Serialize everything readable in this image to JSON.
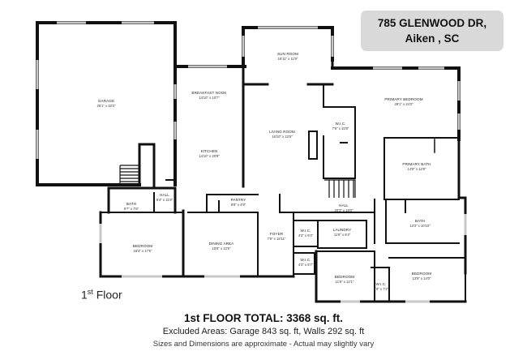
{
  "address": {
    "line1": "785 GLENWOOD DR,",
    "line2": "Aiken , SC"
  },
  "floor_label": {
    "number": "1",
    "suffix": "st",
    "word": "Floor"
  },
  "totals": {
    "total": "1st FLOOR TOTAL:  3368 sq. ft.",
    "excluded": "Excluded Areas: Garage 843 sq. ft, Walls 292 sq. ft",
    "disclaimer": "Sizes and Dimensions are approximate - Actual may slightly vary"
  },
  "rooms": {
    "garage": {
      "name": "GARAGE",
      "dims": "25'1\" x 33'3\""
    },
    "sun_room": {
      "name": "SUN ROOM",
      "dims": "18'11\" x 11'9\""
    },
    "breakfast_nook": {
      "name": "BREAKFAST NOOK",
      "dims": "14'10\" x 10'7\""
    },
    "kitchen": {
      "name": "KITCHEN",
      "dims": "14'10\" x 20'9\""
    },
    "living_room": {
      "name": "LIVING ROOM",
      "dims": "16'10\" x 22'5\""
    },
    "primary_bedroom": {
      "name": "PRIMARY BEDROOM",
      "dims": "28'1\" x 24'3\""
    },
    "wic_primary": {
      "name": "W.I.C.",
      "dims": "7'6\" x 15'8\""
    },
    "primary_bath": {
      "name": "PRIMARY BATH",
      "dims": "14'8\" x 12'8\""
    },
    "hall_left": {
      "name": "HALL",
      "dims": "9'4\" x 11'6\""
    },
    "bath_left": {
      "name": "BATH",
      "dims": "9'7\" x 7'6\""
    },
    "pantry": {
      "name": "PANTRY",
      "dims": "8'6\" x 4'9\""
    },
    "hall_center": {
      "name": "HALL",
      "dims": "20'3\" x 19'0\""
    },
    "bath_right": {
      "name": "BATH",
      "dims": "13'3\" x 10'10\""
    },
    "bedroom_left": {
      "name": "BEDROOM",
      "dims": "16'3\" x 17'5\""
    },
    "dining_area": {
      "name": "DINING AREA",
      "dims": "15'8\" x 13'6\""
    },
    "foyer": {
      "name": "FOYER",
      "dims": "7'9\" x 18'11\""
    },
    "wic_laundry": {
      "name": "W.I.C.",
      "dims": "4'3\" x 6'4\""
    },
    "laundry": {
      "name": "LAUNDRY",
      "dims": "11'6\" x 6'4\""
    },
    "wic_small": {
      "name": "W.I.C.",
      "dims": "4'3\" x 5'7\""
    },
    "bedroom_center": {
      "name": "BEDROOM",
      "dims": "11'6\" x 12'1\""
    },
    "wic_bed_right": {
      "name": "W.I.C.",
      "dims": "5'6\" x 7'2\""
    },
    "bedroom_right": {
      "name": "BEDROOM",
      "dims": "13'9\" x 14'0\""
    }
  }
}
